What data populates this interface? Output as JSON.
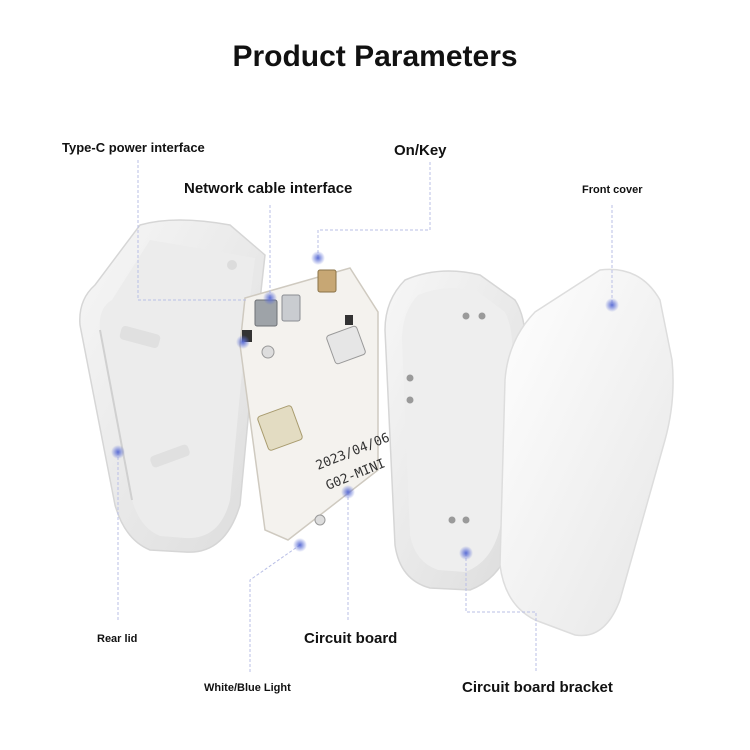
{
  "title": "Product Parameters",
  "labels": {
    "type_c": "Type-C power interface",
    "network": "Network cable interface",
    "on_key": "On/Key",
    "front_cover": "Front cover",
    "rear_lid": "Rear lid",
    "circuit_board": "Circuit board",
    "light": "White/Blue Light",
    "bracket": "Circuit board bracket"
  },
  "pcb_text": {
    "date": "2023/04/06",
    "model": "G02-MINI"
  },
  "colors": {
    "marker": "#6f7fd9",
    "leader": "#b9bfe6",
    "shell": "#f1f1f1",
    "board": "#f4f2ee"
  }
}
